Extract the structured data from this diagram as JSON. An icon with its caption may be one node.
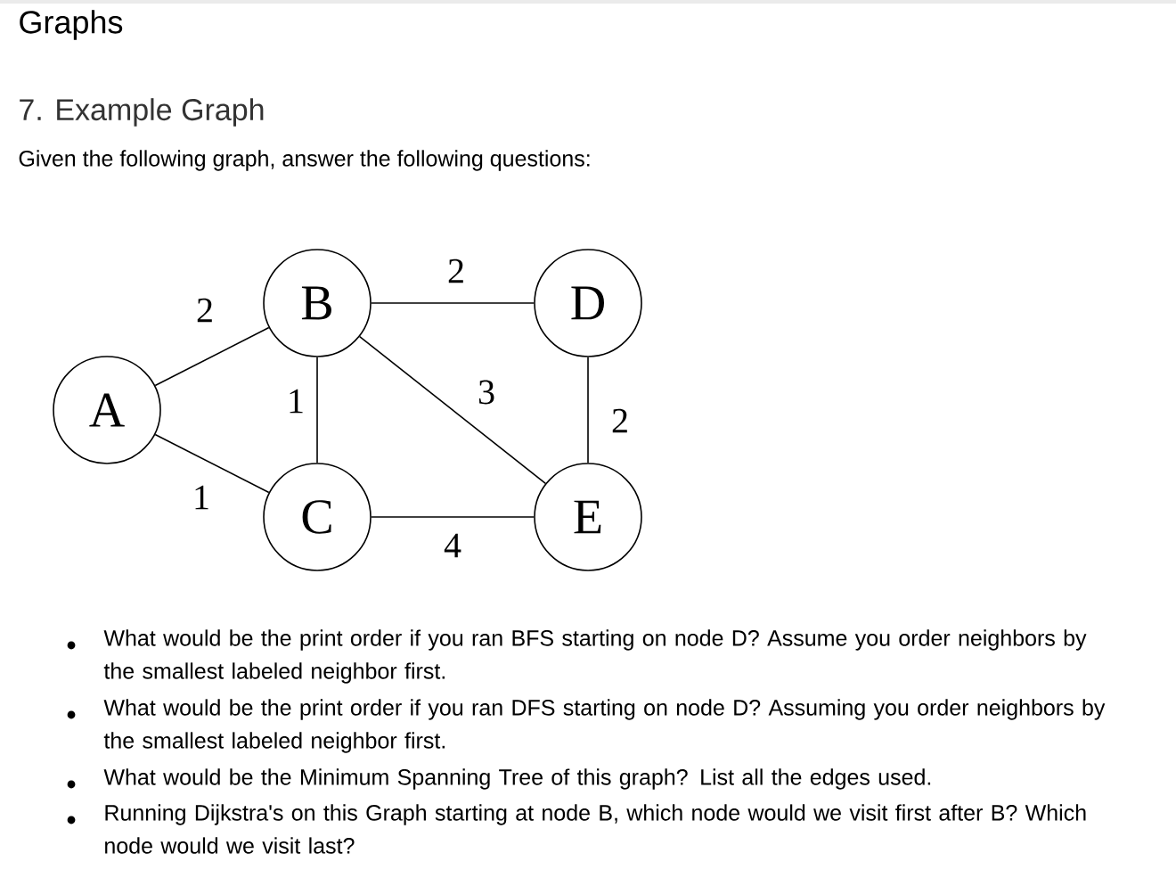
{
  "diagram": {
    "title": "Graphs",
    "nodes": [
      {
        "text": [
          "A"
        ]
      },
      {
        "text": [
          "B"
        ]
      },
      {
        "text": [
          "C"
        ]
      },
      {
        "text": [
          "D"
        ]
      },
      {
        "text": [
          "E"
        ]
      }
    ],
    "edges": [
      {
        "from": 0,
        "to": 1,
        "arrow": "none",
        "label": "2"
      },
      {
        "from": 0,
        "to": 2,
        "arrow": "none",
        "label": "1"
      },
      {
        "from": 1,
        "to": 2,
        "arrow": "none",
        "label": "1"
      },
      {
        "from": 1,
        "to": 3,
        "arrow": "none",
        "label": "2"
      },
      {
        "from": 1,
        "to": 4,
        "arrow": "none",
        "label": "3"
      },
      {
        "from": 3,
        "to": 4,
        "arrow": "none",
        "label": "2"
      },
      {
        "from": 2,
        "to": 4,
        "arrow": "none",
        "label": "4"
      }
    ],
    "labels": [
      "7. Example Graph",
      "Given the following graph, answer the following questions:",
      "What would be the print order if you ran BFS starting on node D? Assume you order neighbors by the smallest labeled neighbor first.",
      "What would be the print order if you ran DFS starting on node D? Assuming you order neighbors by the smallest labeled neighbor first.",
      "What would be the Minimum Spanning Tree of this graph? List all the edges used.",
      "Running Dijkstra's on this Graph starting at node B, which node would we visit first after B? Which node would we visit last?"
    ]
  }
}
